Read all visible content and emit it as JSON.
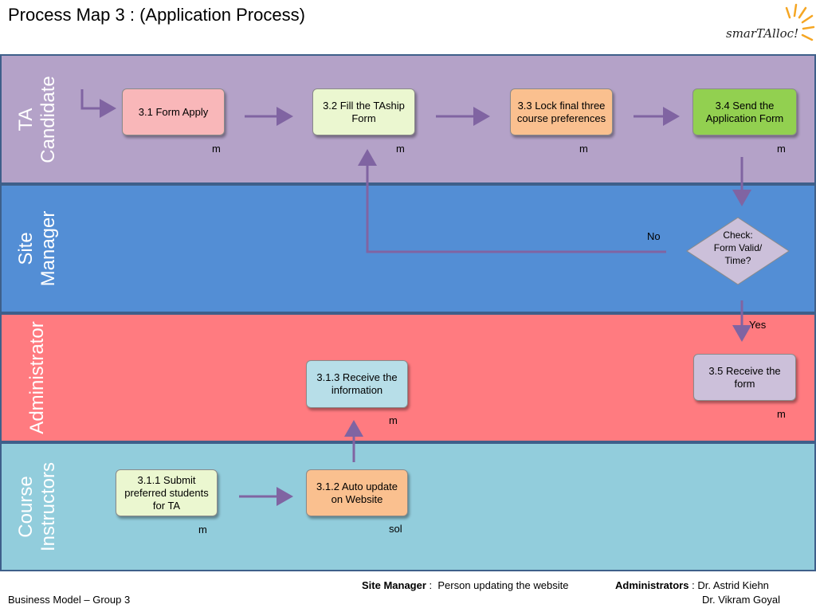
{
  "title": "Process Map 3 : (Application Process)",
  "logo_text": "smarTAlloc!",
  "lanes": [
    {
      "label_line1": "TA",
      "label_line2": "Candidate",
      "color": "#b4a2c8"
    },
    {
      "label_line1": "Site",
      "label_line2": "Manager",
      "color": "#538ed5"
    },
    {
      "label_line1": "Administrator",
      "label_line2": "",
      "color": "#ff7b80"
    },
    {
      "label_line1": "Course",
      "label_line2": "Instructors",
      "color": "#92cddc"
    }
  ],
  "nodes": {
    "n31": {
      "label": "3.1 Form Apply",
      "tag": "m",
      "color": "#f9b7b9"
    },
    "n32": {
      "label": "3.2 Fill the TAship Form",
      "tag": "m",
      "color": "#ebf7d0"
    },
    "n33": {
      "label": "3.3 Lock final three course preferences",
      "tag": "m",
      "color": "#fac08f"
    },
    "n34": {
      "label": "3.4 Send the Application Form",
      "tag": "m",
      "color": "#92d050"
    },
    "check": {
      "label_line1": "Check:",
      "label_line2": "Form Valid/",
      "label_line3": "Time?",
      "color": "#ccc0da"
    },
    "n35": {
      "label": "3.5  Receive the form",
      "tag": "m",
      "color": "#ccc0da"
    },
    "n313": {
      "label": "3.1.3 Receive the information",
      "tag": "m",
      "color": "#b7dee8"
    },
    "n311": {
      "label": "3.1.1 Submit preferred students for TA",
      "tag": "m",
      "color": "#ebf7d0"
    },
    "n312": {
      "label": "3.1.2 Auto update on Website",
      "tag": "sol",
      "color": "#fac08f"
    }
  },
  "edge_labels": {
    "no": "No",
    "yes": "Yes"
  },
  "arrow_color": "#8064a2",
  "footer": {
    "left": "Business Model – Group 3",
    "site_manager_label": "Site Manager",
    "site_manager_sep": " :  ",
    "site_manager_text": "Person updating the website",
    "admin_label": "Administrators",
    "admin_sep": " : ",
    "admin_name1": "Dr. Astrid Kiehn",
    "admin_name2": "Dr. Vikram Goyal"
  }
}
